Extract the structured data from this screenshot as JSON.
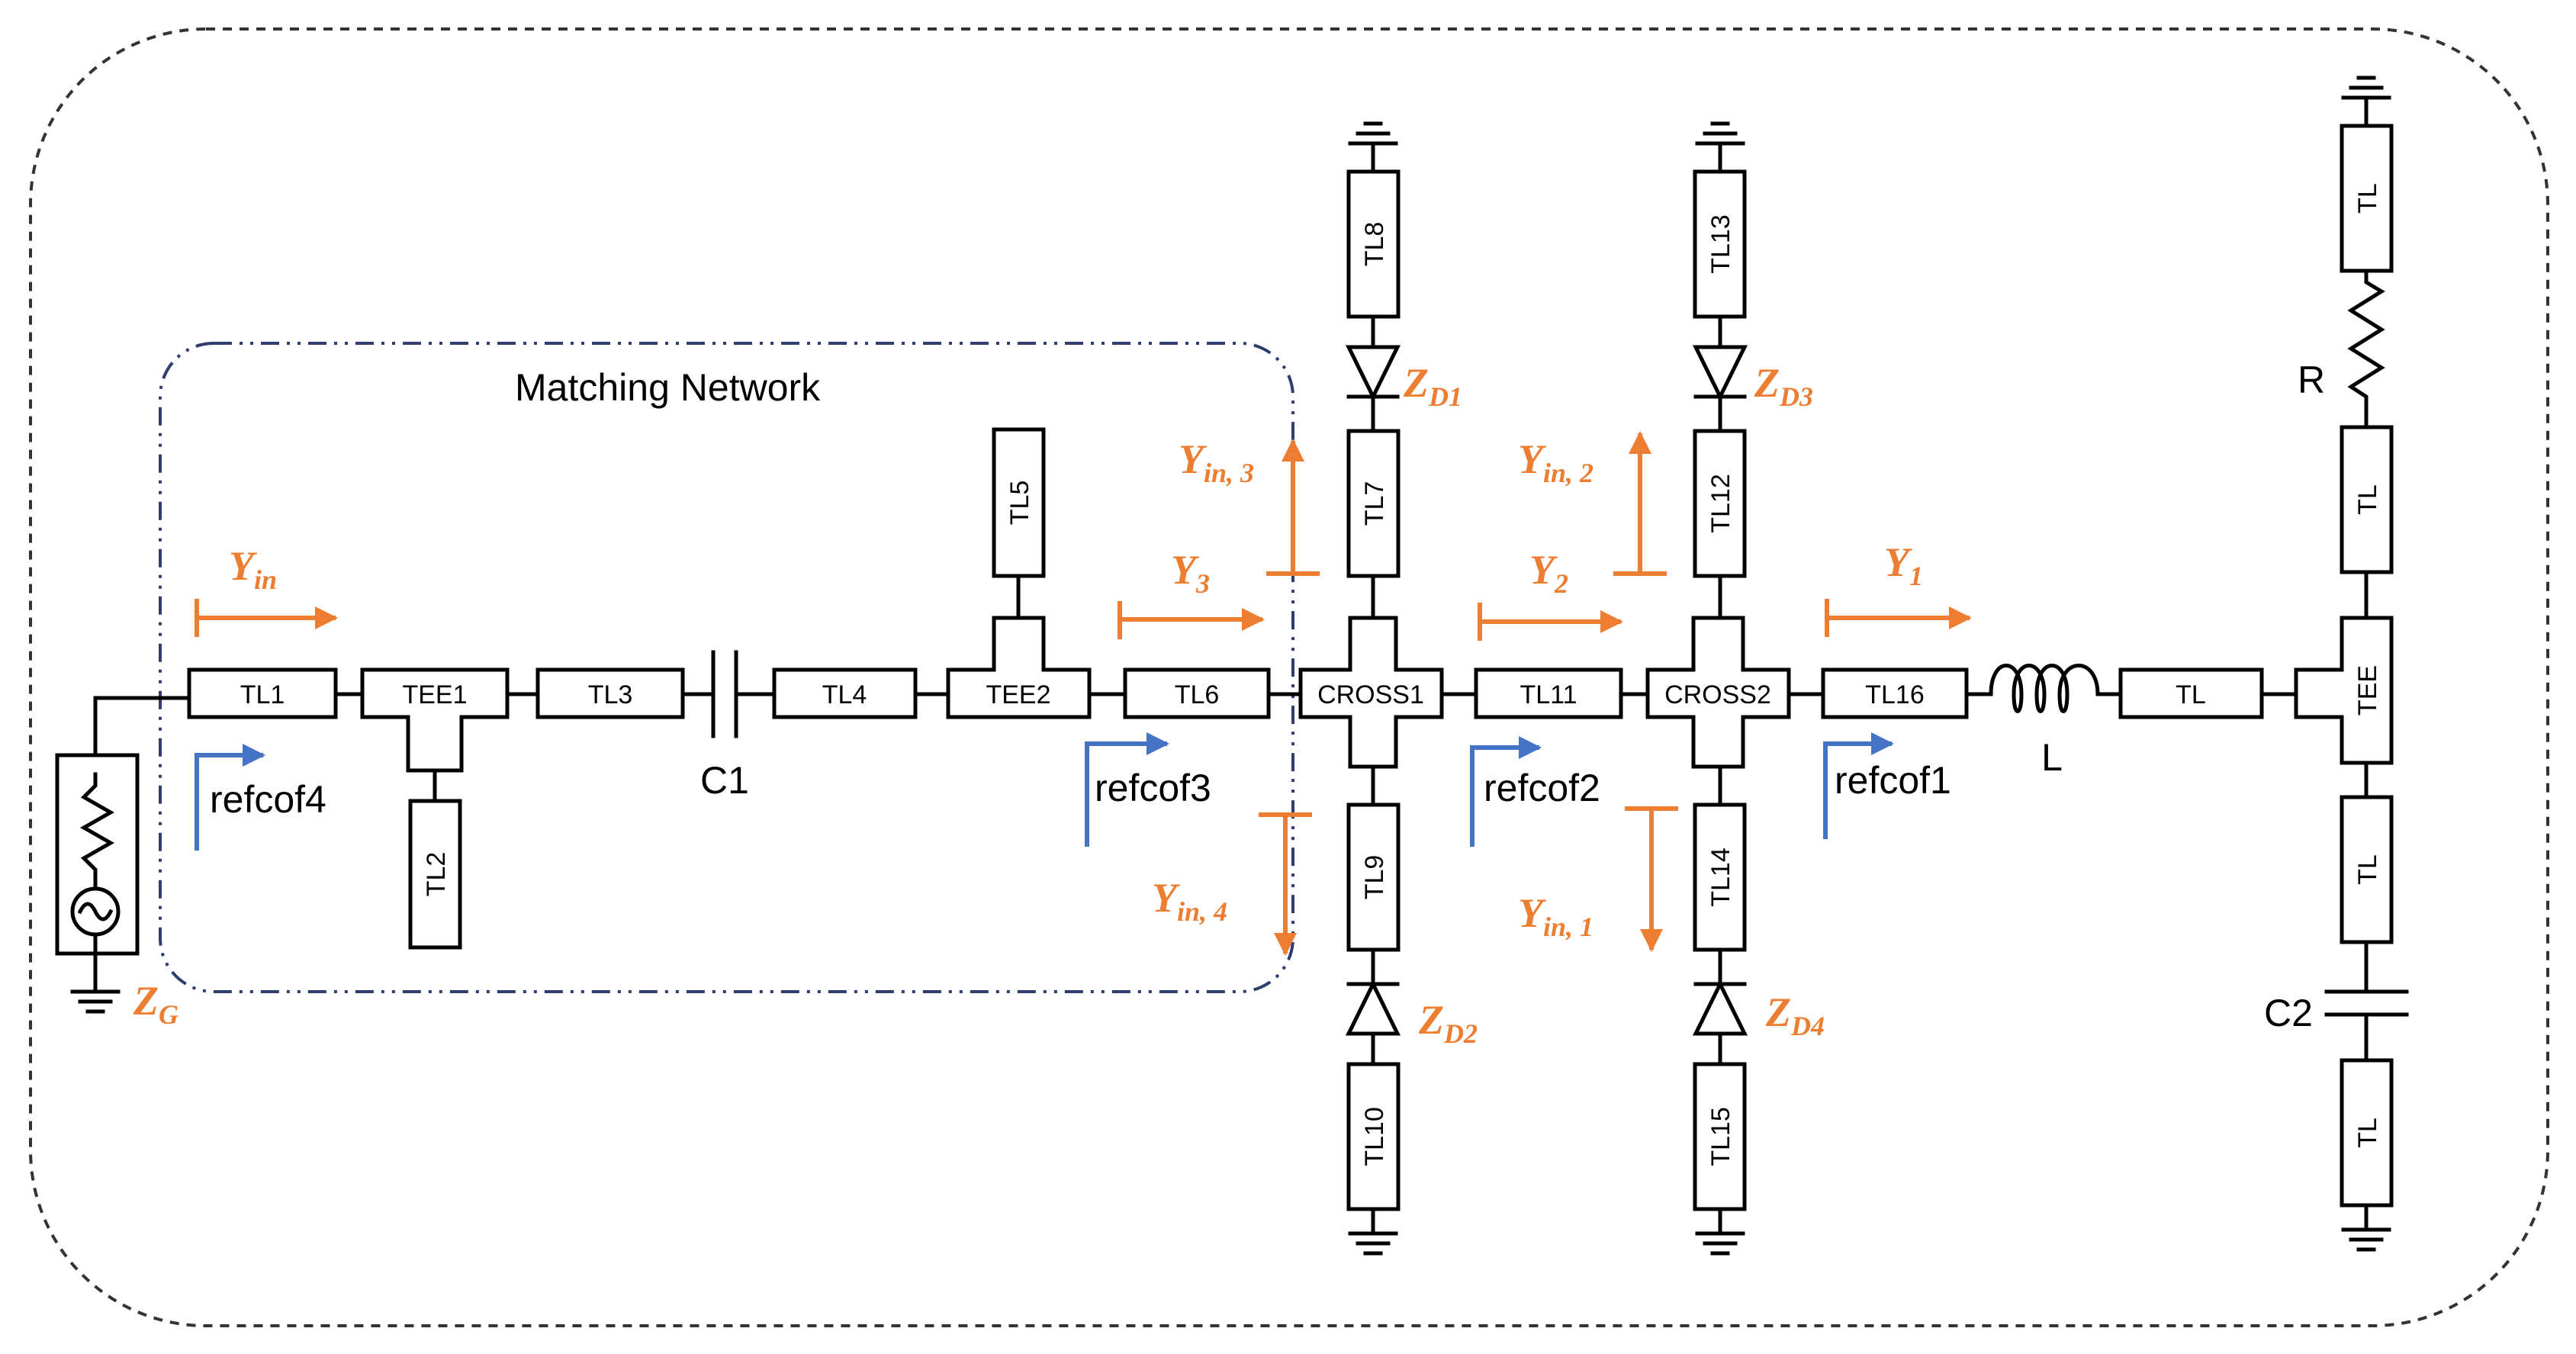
{
  "colors": {
    "wire": "#000000",
    "orange": "#ED7D31",
    "blue": "#4472C4",
    "frame": "#333333",
    "mn_frame": "#2F3E6E"
  },
  "title": "Matching Network",
  "components": {
    "TL1": "TL1",
    "TEE1": "TEE1",
    "TL2": "TL2",
    "TL3": "TL3",
    "C1": "C1",
    "TL4": "TL4",
    "TEE2": "TEE2",
    "TL5": "TL5",
    "TL6": "TL6",
    "CROSS1": "CROSS1",
    "TL7": "TL7",
    "TL8": "TL8",
    "TL9": "TL9",
    "TL10": "TL10",
    "TL11": "TL11",
    "CROSS2": "CROSS2",
    "TL12": "TL12",
    "TL13": "TL13",
    "TL14": "TL14",
    "TL15": "TL15",
    "TL16": "TL16",
    "L": "L",
    "TL": "TL",
    "TEE": "TEE",
    "R": "R",
    "C2": "C2"
  },
  "refs": {
    "r4": "refcof4",
    "r3": "refcof3",
    "r2": "refcof2",
    "r1": "refcof1"
  },
  "labels": {
    "Yin_main": "Y",
    "Yin_main_sub": "in",
    "Y3": "Y",
    "Y3_sub": "3",
    "Y2": "Y",
    "Y2_sub": "2",
    "Y1": "Y",
    "Y1_sub": "1",
    "Yin3": "Y",
    "Yin3_sub": "in, 3",
    "Yin2": "Y",
    "Yin2_sub": "in, 2",
    "Yin4": "Y",
    "Yin4_sub": "in, 4",
    "Yin1": "Y",
    "Yin1_sub": "in, 1",
    "ZD1": "Z",
    "ZD1_sub": "D1",
    "ZD2": "Z",
    "ZD2_sub": "D2",
    "ZD3": "Z",
    "ZD3_sub": "D3",
    "ZD4": "Z",
    "ZD4_sub": "D4",
    "ZG": "Z",
    "ZG_sub": "G"
  }
}
